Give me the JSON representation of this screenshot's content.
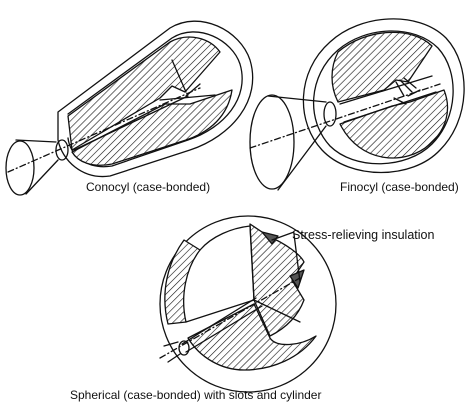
{
  "figure": {
    "panels": [
      {
        "id": "conocyl",
        "caption": "Conocyl (case-bonded)"
      },
      {
        "id": "finocyl",
        "caption": "Finocyl (case-bonded)"
      },
      {
        "id": "spherical",
        "caption": "Spherical (case-bonded) with slots and cylinder"
      }
    ],
    "callout": {
      "label": "Stress-relieving insulation"
    },
    "colors": {
      "ink": "#111111",
      "paper": "#ffffff"
    }
  }
}
